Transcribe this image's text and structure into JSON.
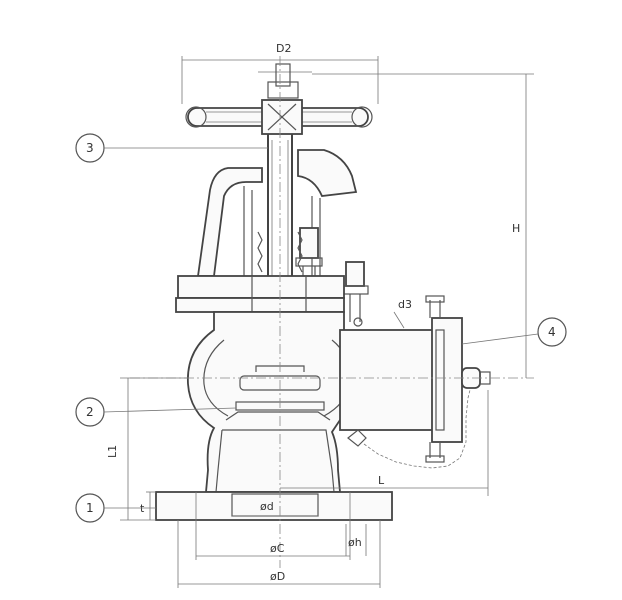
{
  "dimensions": {
    "D2": "D2",
    "H": "H",
    "d3": "d3",
    "L1": "L1",
    "t": "t",
    "L": "L",
    "phi_d": "ød",
    "phi_C": "øC",
    "phi_D": "øD",
    "phi_h": "øh"
  },
  "callouts": {
    "c1": "1",
    "c2": "2",
    "c3": "3",
    "c4": "4"
  }
}
